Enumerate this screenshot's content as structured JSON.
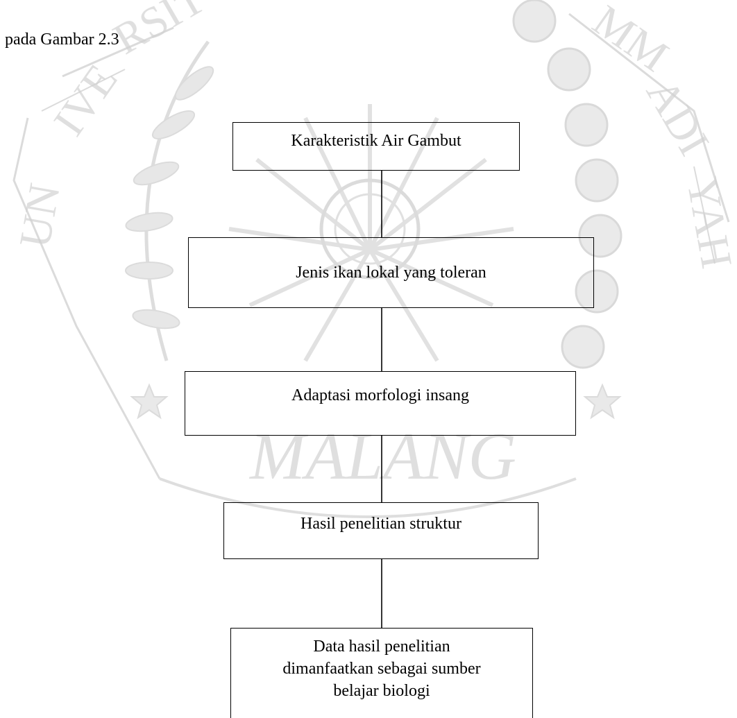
{
  "intro_text": "pada Gambar 2.3",
  "boxes": [
    {
      "text": "Karakteristik Air Gambut"
    },
    {
      "text": "Jenis ikan lokal yang toleran"
    },
    {
      "text": "Adaptasi morfologi insang"
    },
    {
      "text": "Hasil penelitian struktur"
    },
    {
      "lines": [
        "Data hasil penelitian",
        "dimanfaatkan sebagai sumber",
        "belajar biologi"
      ]
    }
  ],
  "watermark": {
    "arc_text": "UNIVERSITAS MUHAMMADIYAH",
    "bottom_text": "MALANG",
    "color": "#c8c8c8"
  }
}
